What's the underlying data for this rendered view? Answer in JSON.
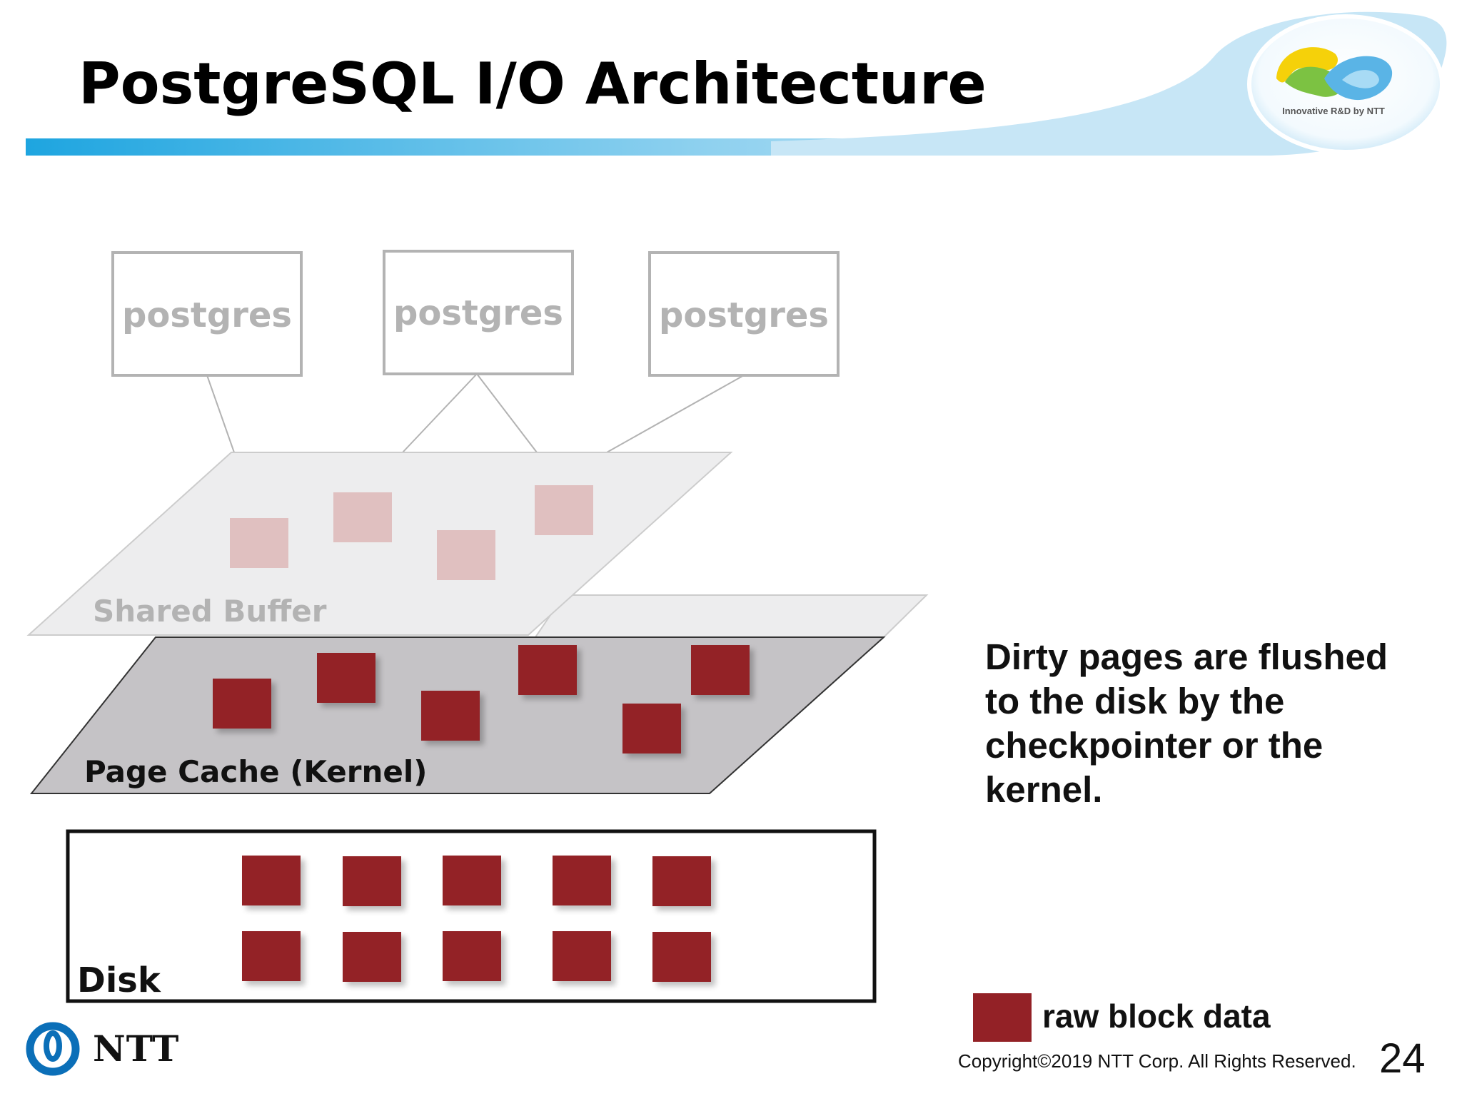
{
  "header": {
    "title": "PostgreSQL I/O Architecture",
    "badge_text": "Innovative R&D by NTT"
  },
  "diagram": {
    "processes": [
      "postgres",
      "postgres",
      "postgres"
    ],
    "shared_buffer_label": "Shared Buffer",
    "page_cache_label": "Page Cache (Kernel)",
    "disk_label": "Disk"
  },
  "description": "Dirty pages are flushed to the disk by the checkpointer or the kernel.",
  "legend": {
    "label": "raw block data",
    "color": "#932126"
  },
  "footer": {
    "logo_text": "NTT",
    "copyright": "Copyright©2019  NTT Corp. All Rights Reserved.",
    "page_number": "24"
  },
  "colors": {
    "block": "#932126",
    "block_faded": "#e0c0c0",
    "header_rule": "#29a9e0",
    "page_cache_fill": "#c5c3c6",
    "shared_buffer_fill": "#ededee"
  }
}
